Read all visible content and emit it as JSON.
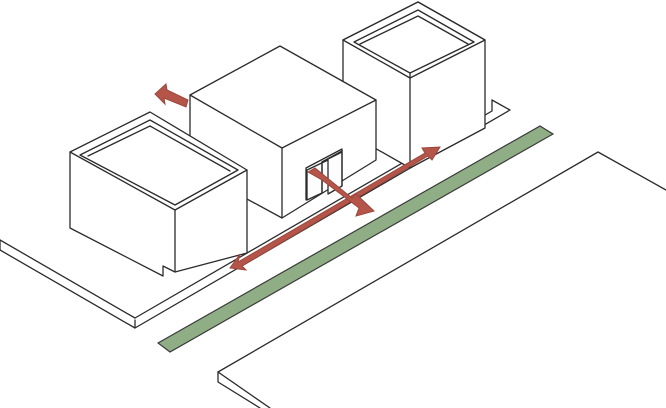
{
  "diagram": {
    "kind": "isometric-massing-diagram",
    "colors": {
      "line": "#2b2b2b",
      "green_strip": "#8fae86",
      "green_strip_stroke": "#3a3a3a",
      "arrow": "#b5554a",
      "arrow_stroke": "#9c463c",
      "background": "#ffffff"
    },
    "elements": [
      "ground-plot-outline",
      "adjacent-plot-outline",
      "left-building",
      "center-building-with-passage",
      "right-building",
      "green-strip",
      "movement-arrows"
    ]
  }
}
